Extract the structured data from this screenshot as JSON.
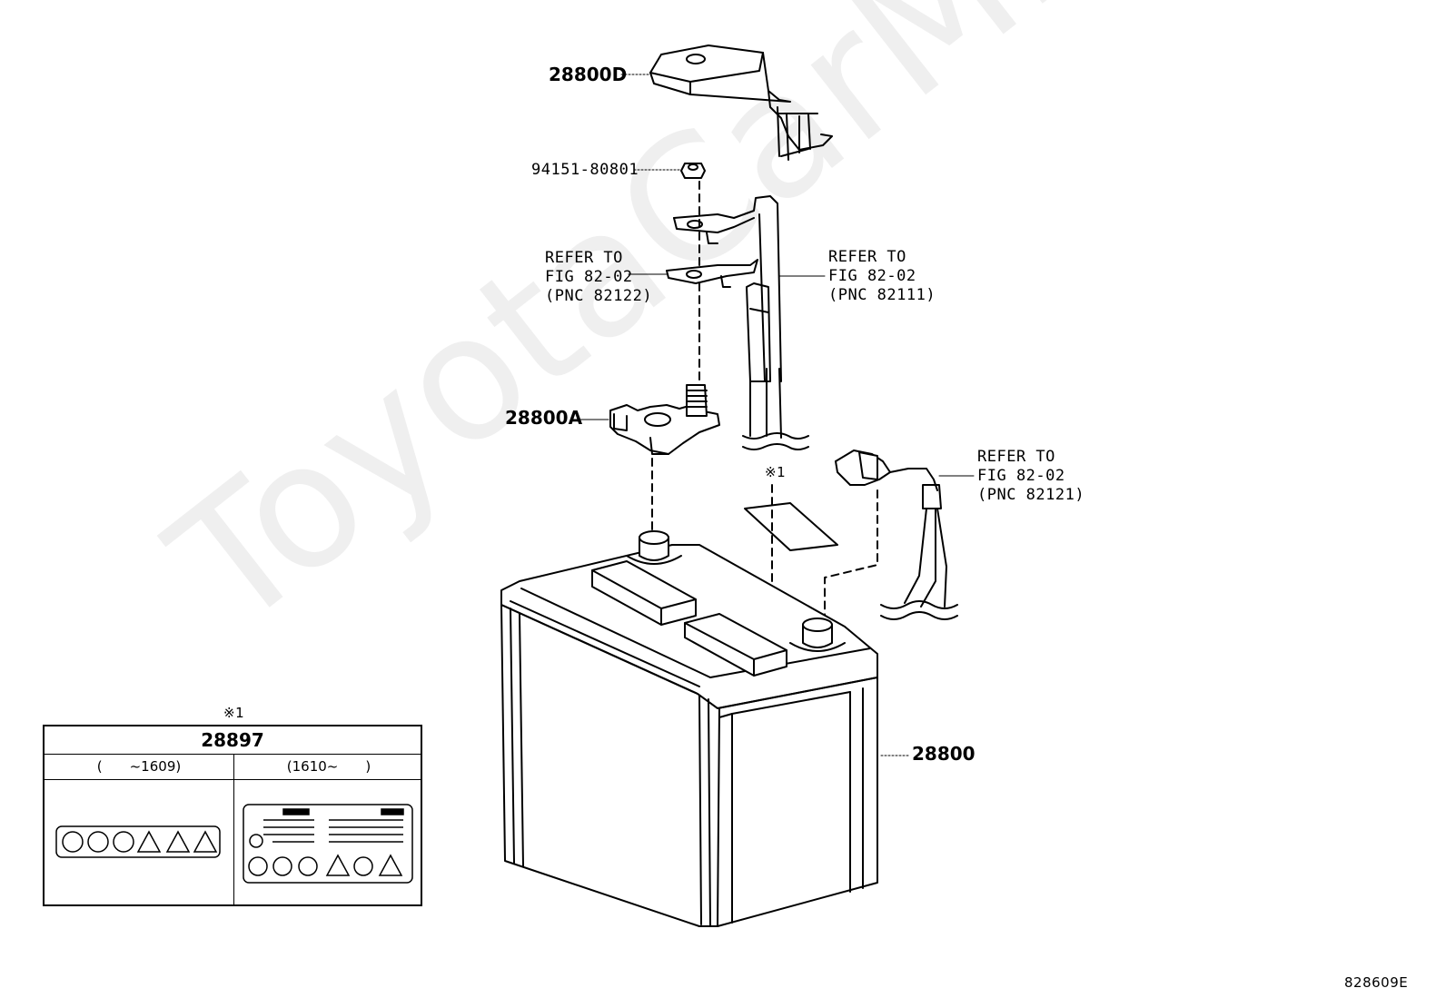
{
  "watermark": "ToyotaCarMine.ru",
  "labels": {
    "cover": "28800D",
    "nut": "94151-80801",
    "refer_82122": [
      "REFER TO",
      "FIG 82-02",
      "(PNC 82122)"
    ],
    "refer_82111": [
      "REFER TO",
      "FIG 82-02",
      "(PNC 82111)"
    ],
    "clamp": "28800A",
    "note_mark": "※1",
    "refer_82121": [
      "REFER TO",
      "FIG 82-02",
      "(PNC 82121)"
    ],
    "battery": "28800",
    "figure_code": "828609E"
  },
  "table": {
    "note_mark": "※1",
    "part_number": "28897",
    "col_left": "(　　~1609)",
    "col_right": "(1610~　　)"
  }
}
